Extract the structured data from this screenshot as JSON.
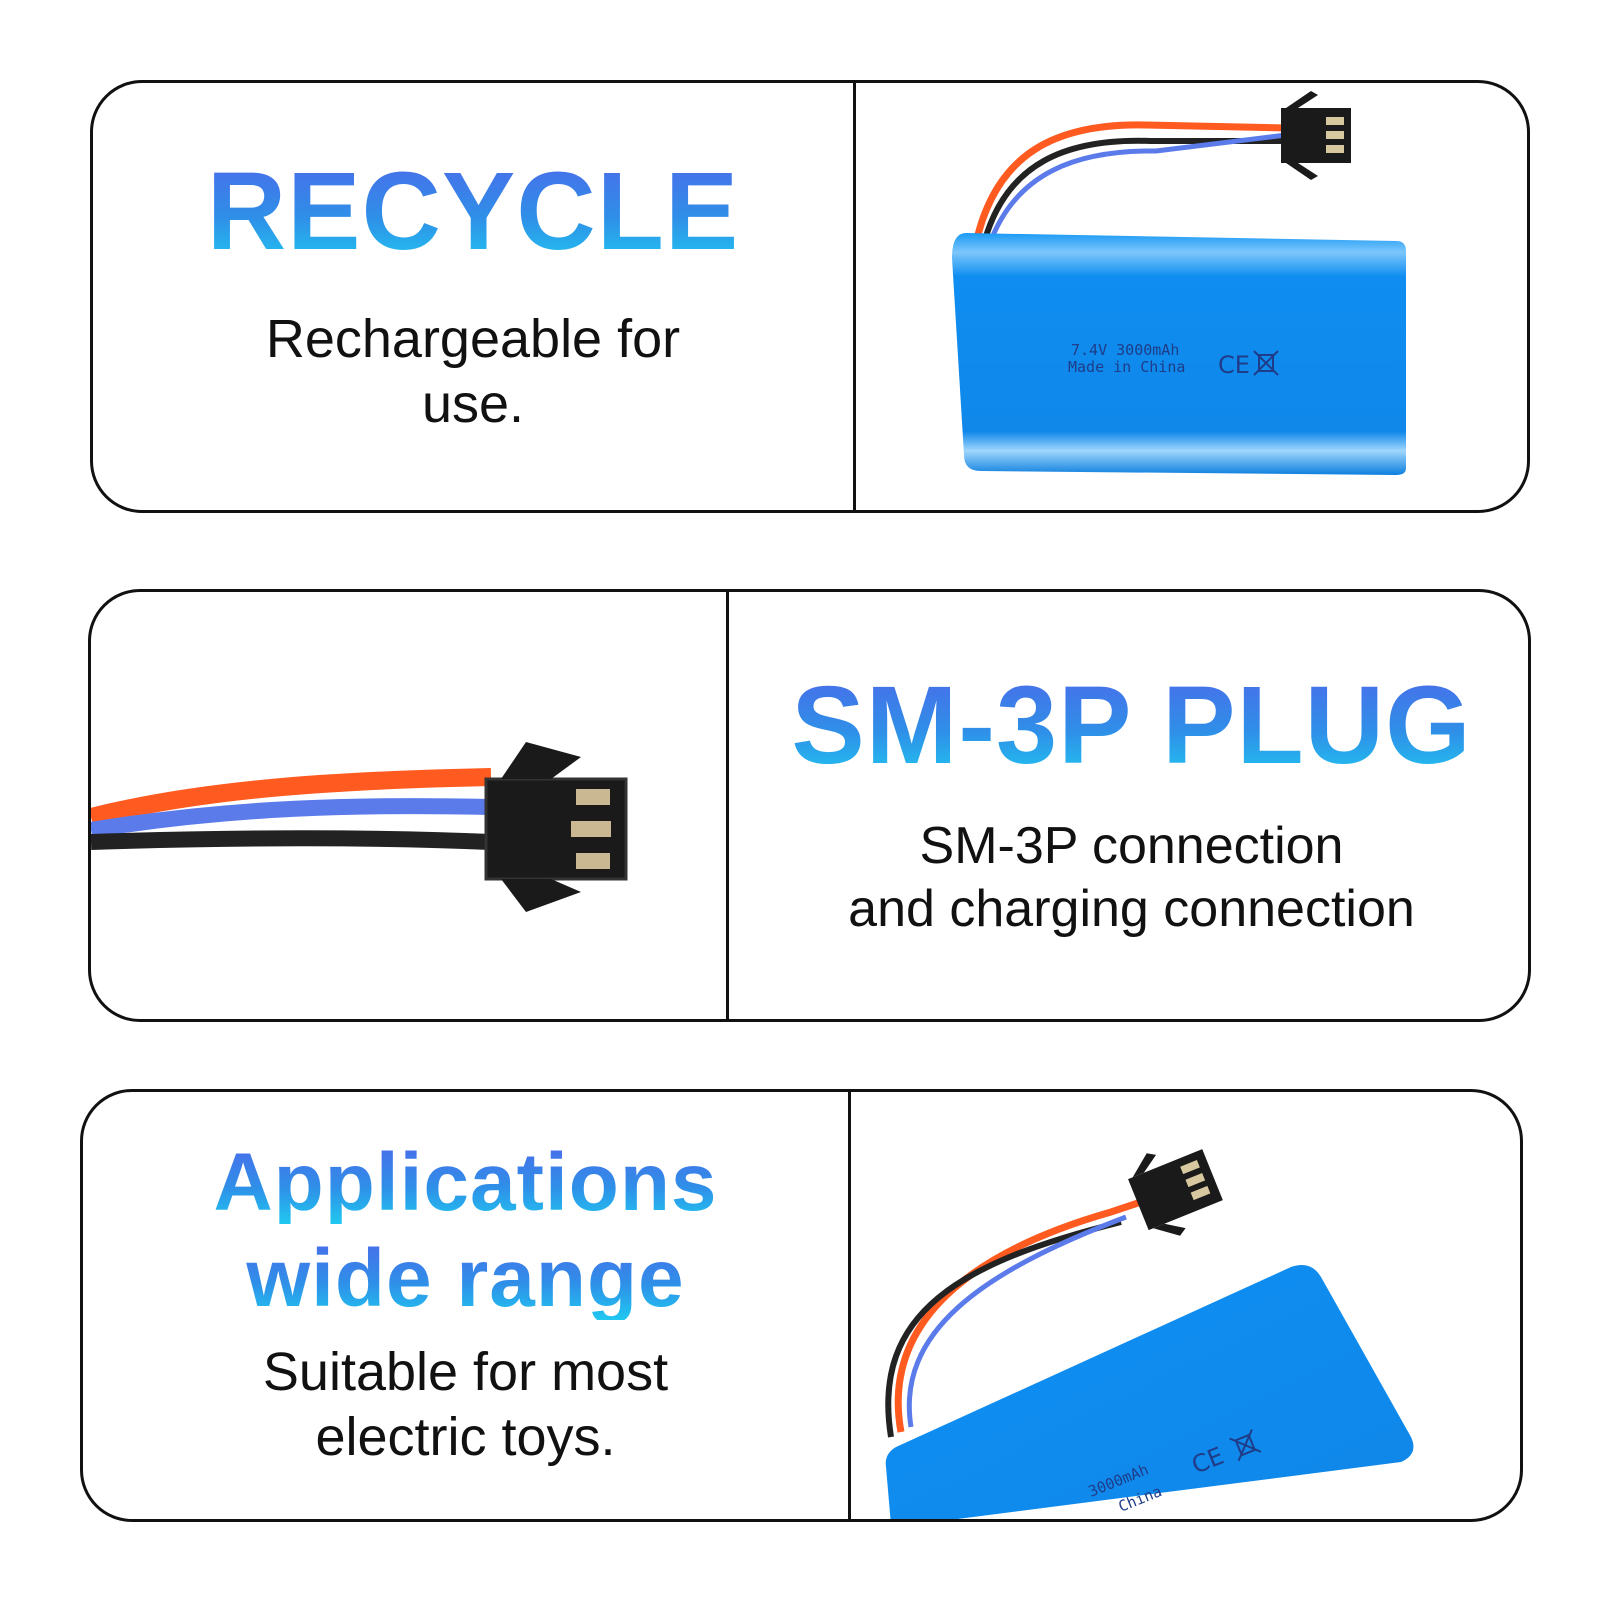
{
  "panels": [
    {
      "heading": "RECYCLE",
      "sub_line_1": "Rechargeable for",
      "sub_line_2": "use.",
      "battery_line_1": "7.4V 3000mAh",
      "battery_line_2": "Made in China",
      "ce_mark": "CE"
    },
    {
      "heading": "SM-3P PLUG",
      "sub_line_1": "SM-3P connection",
      "sub_line_2": "and charging connection"
    },
    {
      "heading_line_1": "Applications",
      "heading_line_2": "wide range",
      "sub_line_1": "Suitable for most",
      "sub_line_2": "electric toys.",
      "battery_line_1": "3000mAh",
      "battery_line_2": "China",
      "ce_mark": "CE"
    }
  ],
  "colors": {
    "heading_gradient_top": "#4b6bea",
    "heading_gradient_bottom": "#20c8f0",
    "battery_blue": "#0f8df0",
    "wire_orange": "#ff5a1f",
    "wire_blue": "#5b7bea",
    "wire_black": "#222222",
    "connector_black": "#1a1a1a"
  },
  "icons": [
    "battery-pack",
    "sm-3p-connector",
    "weee-bin-icon",
    "ce-mark-icon"
  ]
}
